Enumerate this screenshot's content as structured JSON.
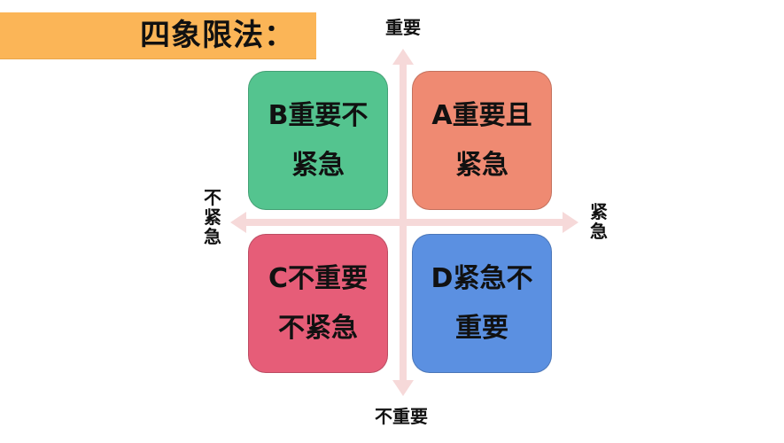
{
  "title": "四象限法：",
  "axes": {
    "top": "重要",
    "bottom": "不重要",
    "left": [
      "不",
      "紧",
      "急"
    ],
    "right": [
      "紧",
      "急"
    ],
    "color": "#f6d9d9"
  },
  "quadrants": {
    "B": {
      "line1": "B重要不",
      "line2": "紧急",
      "color": "#54c48f"
    },
    "A": {
      "line1": "A重要且",
      "line2": "紧急",
      "color": "#ef8a72"
    },
    "C": {
      "line1": "C不重要",
      "line2": "不紧急",
      "color": "#e65d78"
    },
    "D": {
      "line1": "D紧急不",
      "line2": "重要",
      "color": "#5b90e1"
    }
  },
  "colors": {
    "banner": "#fbb557"
  }
}
